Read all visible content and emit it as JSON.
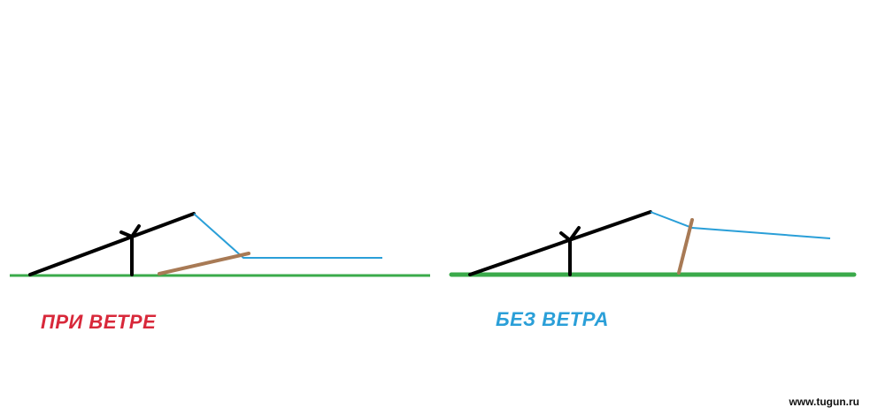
{
  "captions": {
    "with_wind": "ПРИ ВЕТРЕ",
    "without_wind": "БЕЗ ВЕТРА"
  },
  "watermark": "www.tugun.ru",
  "colors": {
    "ground": "#3aaa4a",
    "rod": "#000000",
    "line": "#2a9fd8",
    "stick": "#a87a55",
    "caption_with_wind": "#d8283a",
    "caption_without_wind": "#2a9fd8",
    "watermark": "#111111"
  }
}
